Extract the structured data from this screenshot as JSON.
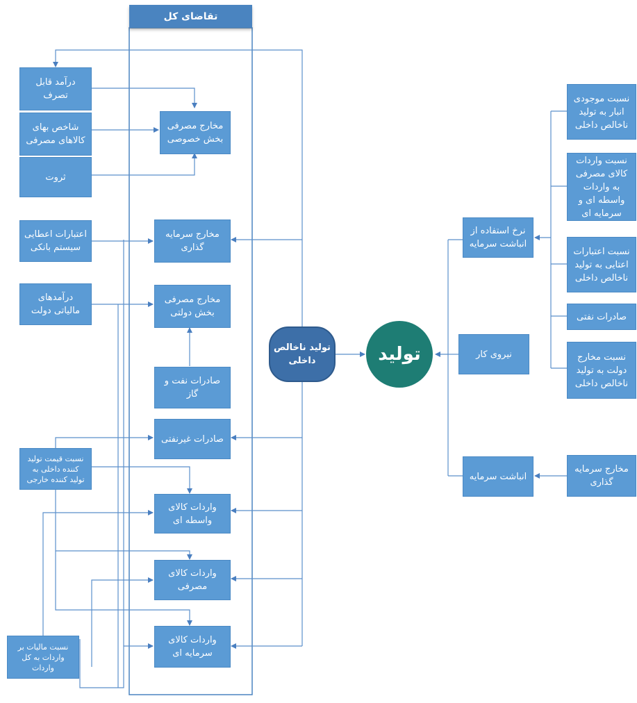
{
  "header": {
    "title": "تقاضای کل"
  },
  "center": {
    "gdp": "تولید ناخالص داخلی",
    "production": "تولید"
  },
  "left_inputs": {
    "disposable_income": "درآمد قابل تصرف",
    "cpi": "شاخص بهای کالاهای مصرفی",
    "wealth": "ثروت",
    "bank_credit": "اعتبارات اعطایی سیستم بانکی",
    "gov_tax_revenue": "درآمدهای مالیاتی دولت",
    "price_ratio": "نسبت قیمت تولید کننده داخلی به تولید کننده خارجی",
    "import_tax_ratio": "نسبت مالیات بر واردات به کل واردات"
  },
  "demand": {
    "private_consumption": "مخارج مصرفی بخش خصوصی",
    "investment": "مخارج سرمایه گذاری",
    "gov_consumption": "مخارج مصرفی بخش دولتی",
    "oil_gas_exports": "صادرات نفت و گاز",
    "non_oil_exports": "صادرات غیرنفتی",
    "intermediate_imports": "واردات کالای واسطه ای",
    "consumer_imports": "واردات کالای مصرفی",
    "capital_imports": "واردات کالای سرمایه ای"
  },
  "supply": {
    "capital_utilization": "نرخ استفاده از انباشت سرمایه",
    "labor": "نیروی کار",
    "capital_stock": "انباشت سرمایه"
  },
  "supply_drivers": {
    "inventory_ratio": "نسبت موجودی انبار به تولید ناخالص داخلی",
    "import_ratio": "نسبت واردات کالای مصرفی به واردات واسطه ای و سرمایه ای",
    "credit_ratio": "نسبت اعتبارات اعتایی به تولید ناخالص داخلی",
    "oil_exports": "صادرات نفتی",
    "gov_spending_ratio": "نسبت مخارج دولت به تولید ناخالص داخلی",
    "investment_spending": "مخارج سرمایه گذاری"
  }
}
